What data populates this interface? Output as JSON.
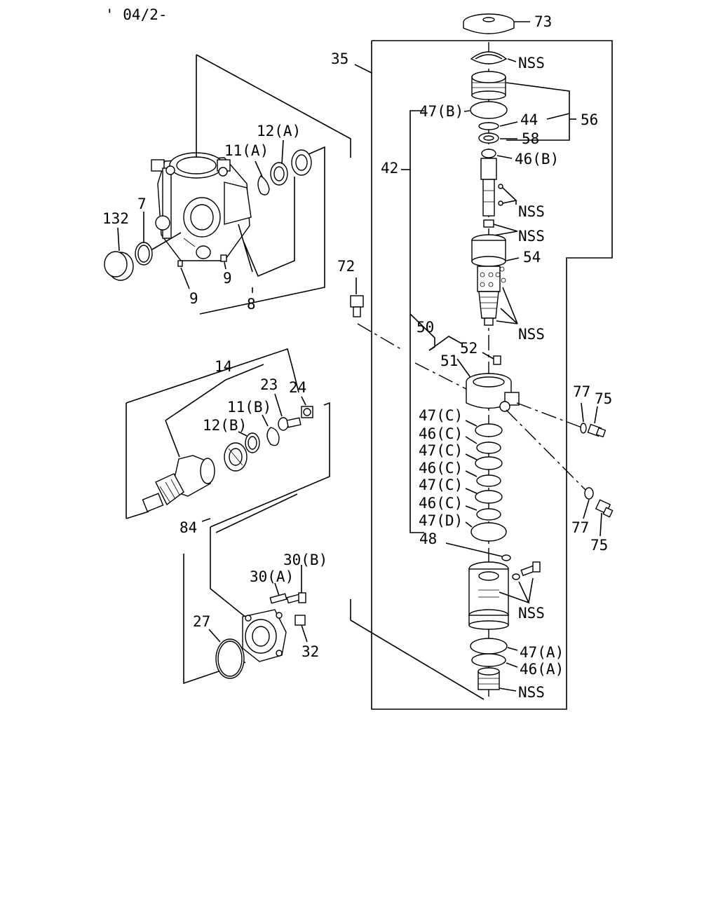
{
  "header": {
    "date_code": "' 04/2-"
  },
  "callouts": {
    "c73": "73",
    "c35": "35",
    "cNSS_top": "NSS",
    "c47B": "47(B)",
    "c44": "44",
    "c56": "56",
    "c58": "58",
    "c42": "42",
    "c46B": "46(B)",
    "cNSS_a": "NSS",
    "cNSS_b": "NSS",
    "c54": "54",
    "cNSS_c": "NSS",
    "c50": "50",
    "c52": "52",
    "c51": "51",
    "c47C_1": "47(C)",
    "c46C_1": "46(C)",
    "c47C_2": "47(C)",
    "c46C_2": "46(C)",
    "c47C_3": "47(C)",
    "c46C_3": "46(C)",
    "c47D": "47(D)",
    "c48": "48",
    "cNSS_d": "NSS",
    "c47A": "47(A)",
    "c46A": "46(A)",
    "cNSS_e": "NSS",
    "c77_top": "77",
    "c75_top": "75",
    "c77_bot": "77",
    "c75_bot": "75",
    "c12A": "12(A)",
    "c11A": "11(A)",
    "c7": "7",
    "c132": "132",
    "c9_a": "9",
    "c9_b": "9",
    "c8": "8",
    "c72": "72",
    "c14": "14",
    "c23": "23",
    "c24": "24",
    "c11B": "11(B)",
    "c12B": "12(B)",
    "c84": "84",
    "c30B": "30(B)",
    "c30A": "30(A)",
    "c27": "27",
    "c32": "32"
  }
}
